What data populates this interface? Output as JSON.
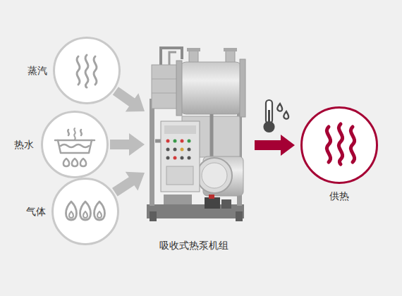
{
  "diagram": {
    "nodes": [
      {
        "text": [
          "蒸汽"
        ]
      },
      {
        "text": [
          "热水"
        ]
      },
      {
        "text": [
          "气体"
        ]
      },
      {
        "text": [
          "吸收式热泵机组"
        ]
      },
      {
        "text": [
          "供热"
        ]
      }
    ],
    "edges": [
      {
        "from": 0,
        "to": 3,
        "arrow": "to"
      },
      {
        "from": 1,
        "to": 3,
        "arrow": "to"
      },
      {
        "from": 2,
        "to": 3,
        "arrow": "to"
      },
      {
        "from": 3,
        "to": 4,
        "arrow": "to"
      }
    ]
  }
}
